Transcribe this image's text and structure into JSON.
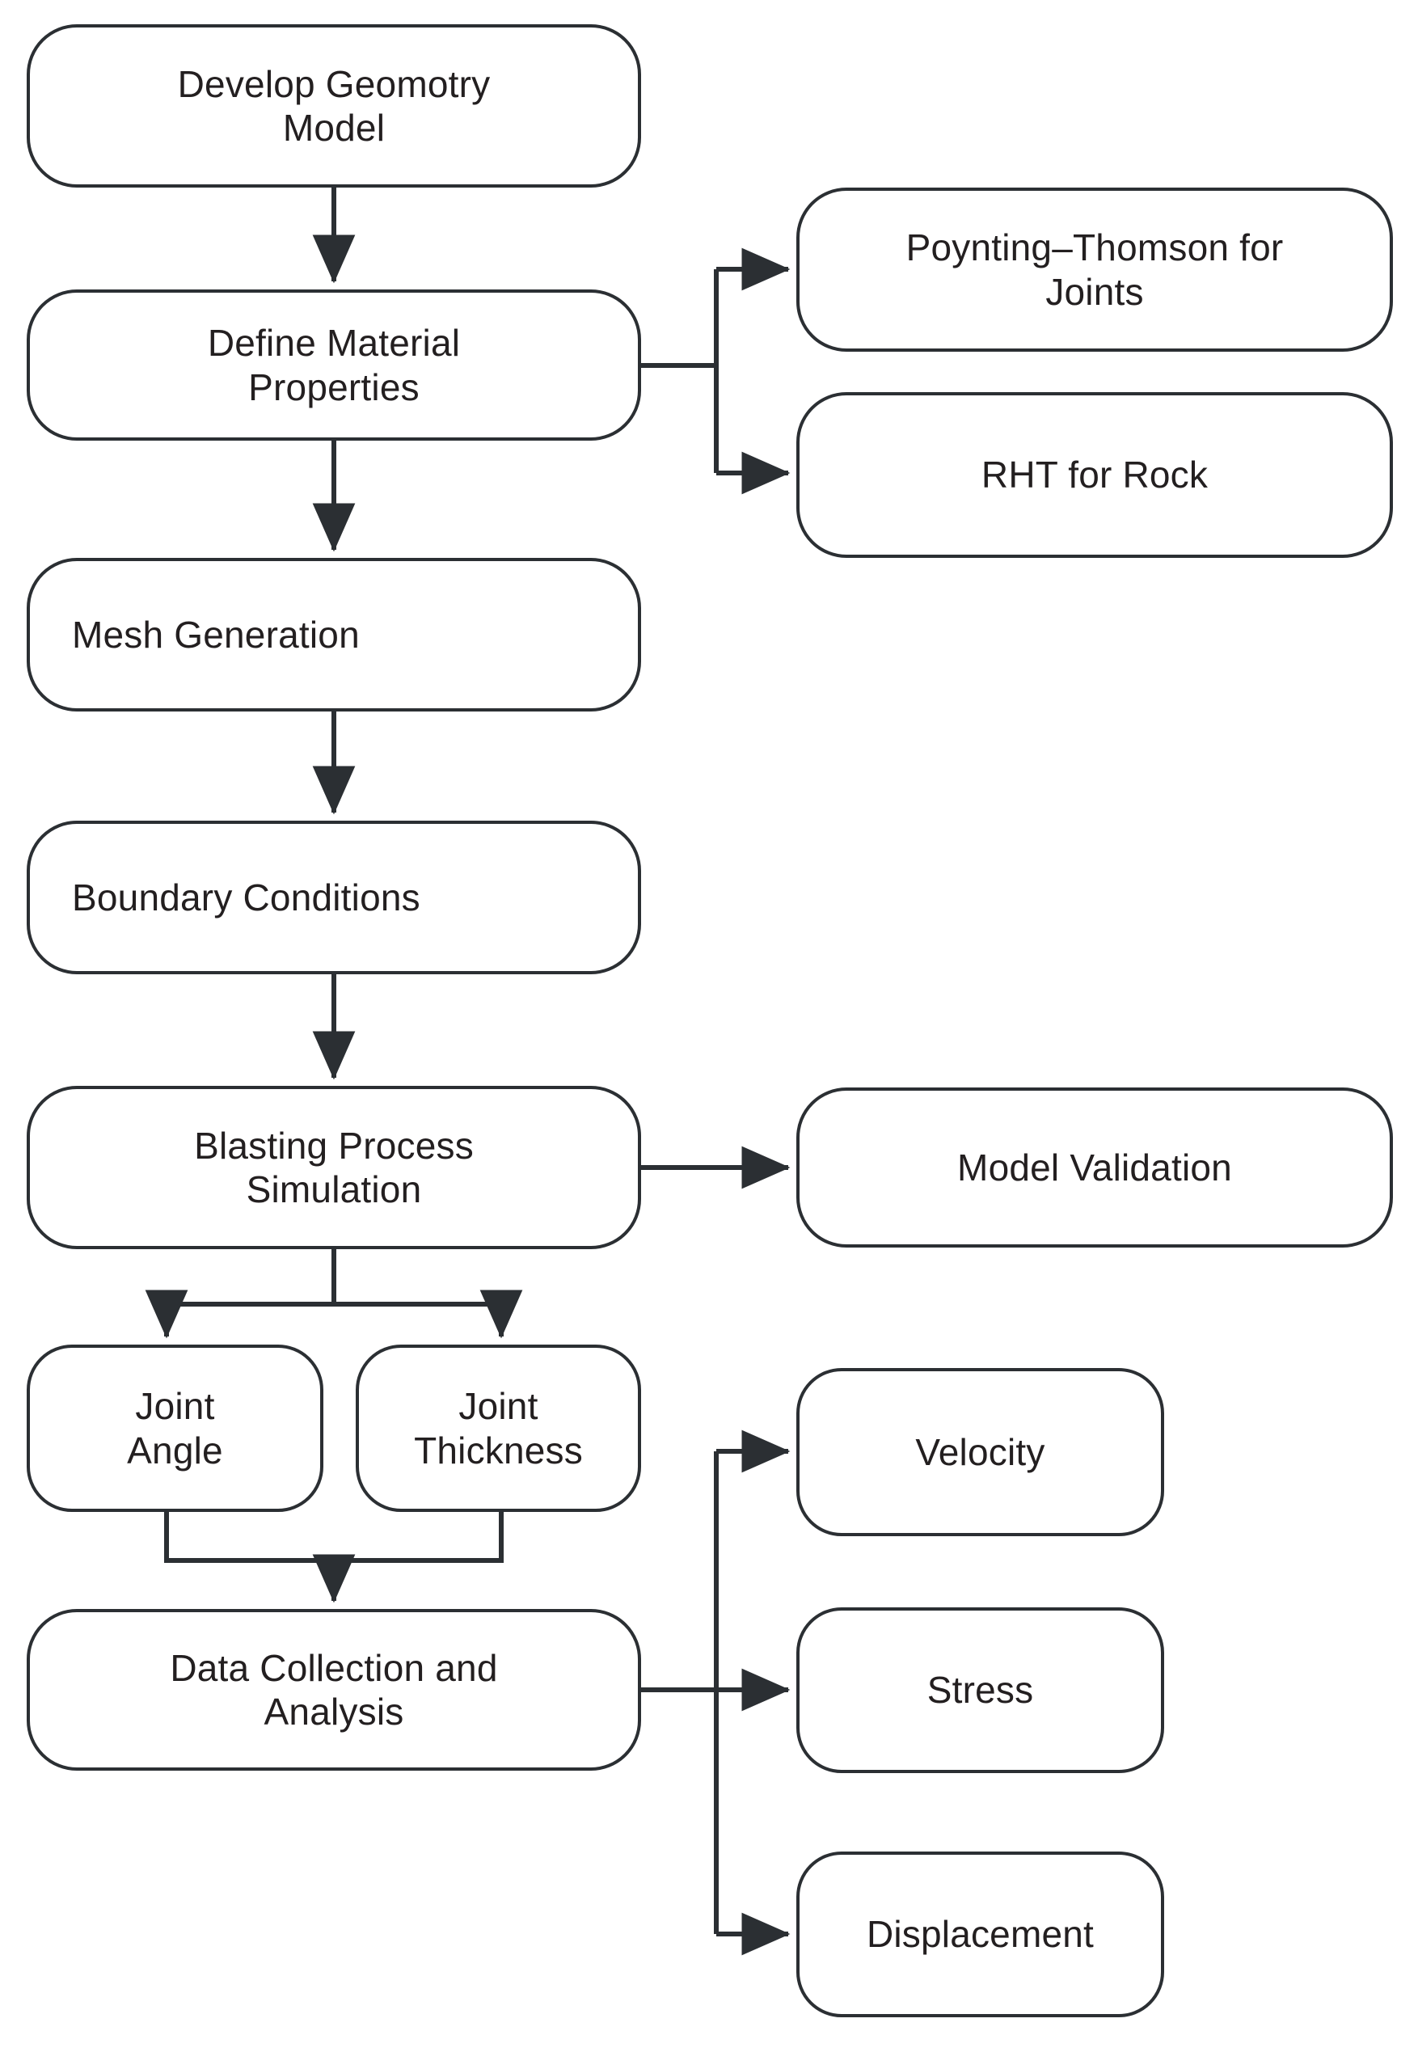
{
  "diagram": {
    "type": "flowchart",
    "orientation": "top-to-bottom",
    "background_color": "#ffffff",
    "node_fill": "#ffffff",
    "node_stroke": "#2b2f33",
    "text_color": "#231f20",
    "edge_color": "#2b2f33",
    "node_shape": "rounded-rectangle"
  },
  "nodes": {
    "develop_geometry_model": "Develop Geomotry\nModel",
    "define_material_properties": "Define Material\nProperties",
    "poynting_thomson": "Poynting–Thomson for\nJoints",
    "rht_for_rock": "RHT for Rock",
    "mesh_generation": "Mesh Generation",
    "boundary_conditions": "Boundary Conditions",
    "blasting_process_simulation": "Blasting Process\nSimulation",
    "model_validation": "Model Validation",
    "joint_angle": "Joint\nAngle",
    "joint_thickness": "Joint\nThickness",
    "data_collection_and_analysis": "Data Collection and\nAnalysis",
    "velocity": "Velocity",
    "stress": "Stress",
    "displacement": "Displacement"
  },
  "edges": [
    {
      "from": "develop_geometry_model",
      "to": "define_material_properties",
      "style": "arrow-down"
    },
    {
      "from": "define_material_properties",
      "to": "poynting_thomson",
      "style": "branch-right-up"
    },
    {
      "from": "define_material_properties",
      "to": "rht_for_rock",
      "style": "branch-right-down"
    },
    {
      "from": "define_material_properties",
      "to": "mesh_generation",
      "style": "arrow-down"
    },
    {
      "from": "mesh_generation",
      "to": "boundary_conditions",
      "style": "arrow-down"
    },
    {
      "from": "boundary_conditions",
      "to": "blasting_process_simulation",
      "style": "arrow-down"
    },
    {
      "from": "blasting_process_simulation",
      "to": "model_validation",
      "style": "arrow-right"
    },
    {
      "from": "blasting_process_simulation",
      "to": "joint_angle",
      "style": "split-down-left"
    },
    {
      "from": "blasting_process_simulation",
      "to": "joint_thickness",
      "style": "split-down-right"
    },
    {
      "from": "joint_angle",
      "to": "data_collection_and_analysis",
      "style": "merge-down"
    },
    {
      "from": "joint_thickness",
      "to": "data_collection_and_analysis",
      "style": "merge-down"
    },
    {
      "from": "data_collection_and_analysis",
      "to": "velocity",
      "style": "branch-right-up"
    },
    {
      "from": "data_collection_and_analysis",
      "to": "stress",
      "style": "arrow-right"
    },
    {
      "from": "data_collection_and_analysis",
      "to": "displacement",
      "style": "branch-right-down"
    }
  ]
}
